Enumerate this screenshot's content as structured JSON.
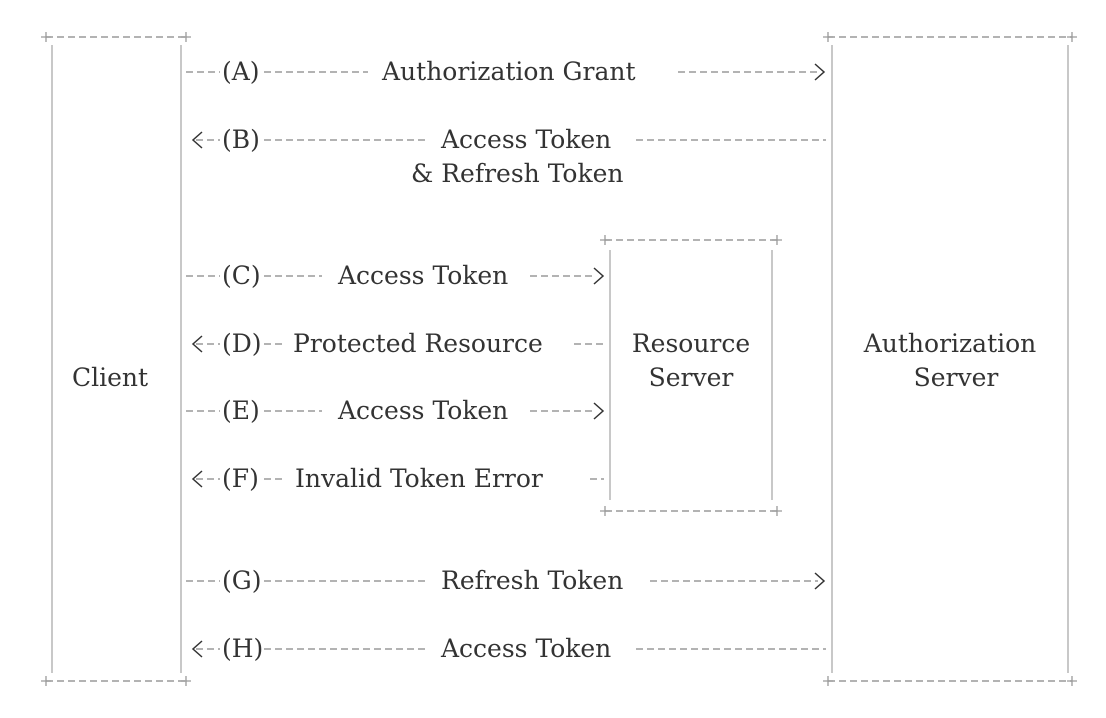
{
  "colors": {
    "line": "#9a9a9a",
    "text": "#333333",
    "background": "#ffffff"
  },
  "participants": {
    "client": "Client",
    "resource_server": [
      "Resource",
      "Server"
    ],
    "authorization_server": [
      "Authorization",
      "Server"
    ]
  },
  "messages": [
    {
      "id": "A",
      "tag": "(A)",
      "label": "Authorization Grant",
      "direction": "client-to-authorization-server"
    },
    {
      "id": "B",
      "tag": "(B)",
      "label": "Access Token",
      "label2": "& Refresh Token",
      "direction": "authorization-server-to-client"
    },
    {
      "id": "C",
      "tag": "(C)",
      "label": "Access Token",
      "direction": "client-to-resource-server"
    },
    {
      "id": "D",
      "tag": "(D)",
      "label": "Protected Resource",
      "direction": "resource-server-to-client"
    },
    {
      "id": "E",
      "tag": "(E)",
      "label": "Access Token",
      "direction": "client-to-resource-server"
    },
    {
      "id": "F",
      "tag": "(F)",
      "label": "Invalid Token Error",
      "direction": "resource-server-to-client"
    },
    {
      "id": "G",
      "tag": "(G)",
      "label": "Refresh Token",
      "direction": "client-to-authorization-server"
    },
    {
      "id": "H",
      "tag": "(H)",
      "label": "Access Token",
      "direction": "authorization-server-to-client"
    }
  ]
}
